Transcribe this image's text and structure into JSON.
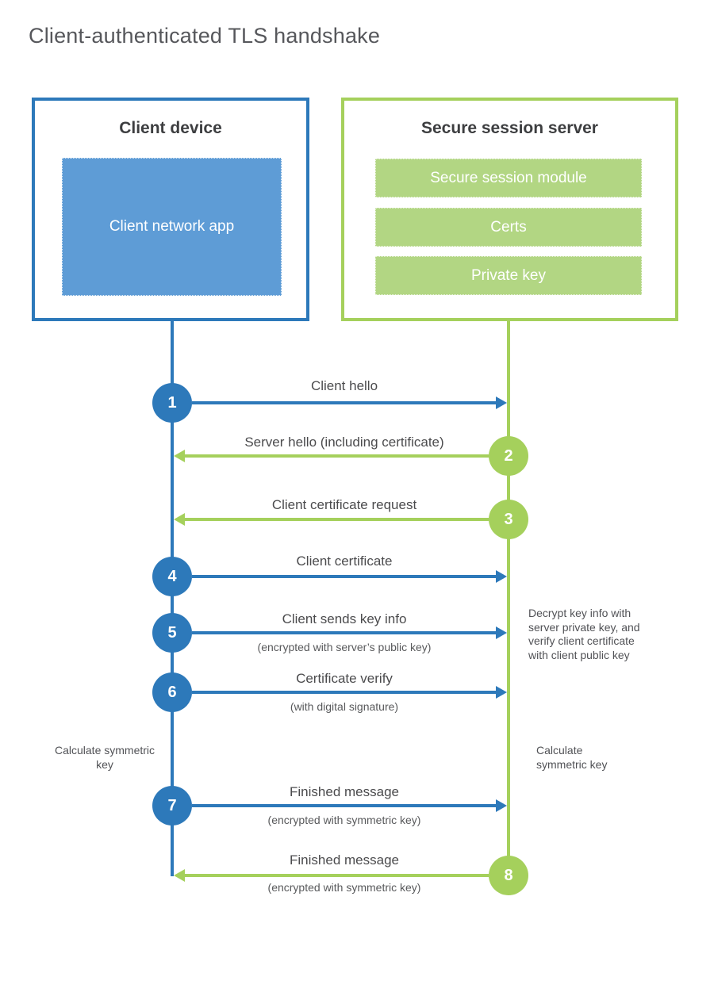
{
  "title": "Client-authenticated TLS handshake",
  "client": {
    "title": "Client device",
    "app_label": "Client network app"
  },
  "server": {
    "title": "Secure session server",
    "modules": [
      "Secure session module",
      "Certs",
      "Private key"
    ]
  },
  "steps": [
    {
      "number": "1",
      "label": "Client hello",
      "direction": "right",
      "actor": "client"
    },
    {
      "number": "2",
      "label": "Server hello (including certificate)",
      "direction": "left",
      "actor": "server"
    },
    {
      "number": "3",
      "label": "Client certificate request",
      "direction": "left",
      "actor": "server"
    },
    {
      "number": "4",
      "label": "Client certificate",
      "direction": "right",
      "actor": "client"
    },
    {
      "number": "5",
      "label": "Client sends key info",
      "sublabel": "(encrypted with server’s public key)",
      "direction": "right",
      "actor": "client"
    },
    {
      "number": "6",
      "label": "Certificate verify",
      "sublabel": "(with digital signature)",
      "direction": "right",
      "actor": "client"
    },
    {
      "number": "7",
      "label": "Finished message",
      "sublabel": "(encrypted with symmetric key)",
      "direction": "right",
      "actor": "client"
    },
    {
      "number": "8",
      "label": "Finished message",
      "sublabel": "(encrypted with symmetric key)",
      "direction": "left",
      "actor": "server"
    }
  ],
  "notes": {
    "decrypt": "Decrypt key info with server private key, and verify client certificate with client public key",
    "calculate_left": "Calculate symmetric key",
    "calculate_right": "Calculate symmetric key"
  },
  "colors": {
    "blue": "#2d79ba",
    "blue_fill": "#5e9cd6",
    "green": "#a5d05c",
    "green_fill": "#b2d683",
    "title_gray": "#56575b",
    "heading_dark": "#3d3e40"
  }
}
